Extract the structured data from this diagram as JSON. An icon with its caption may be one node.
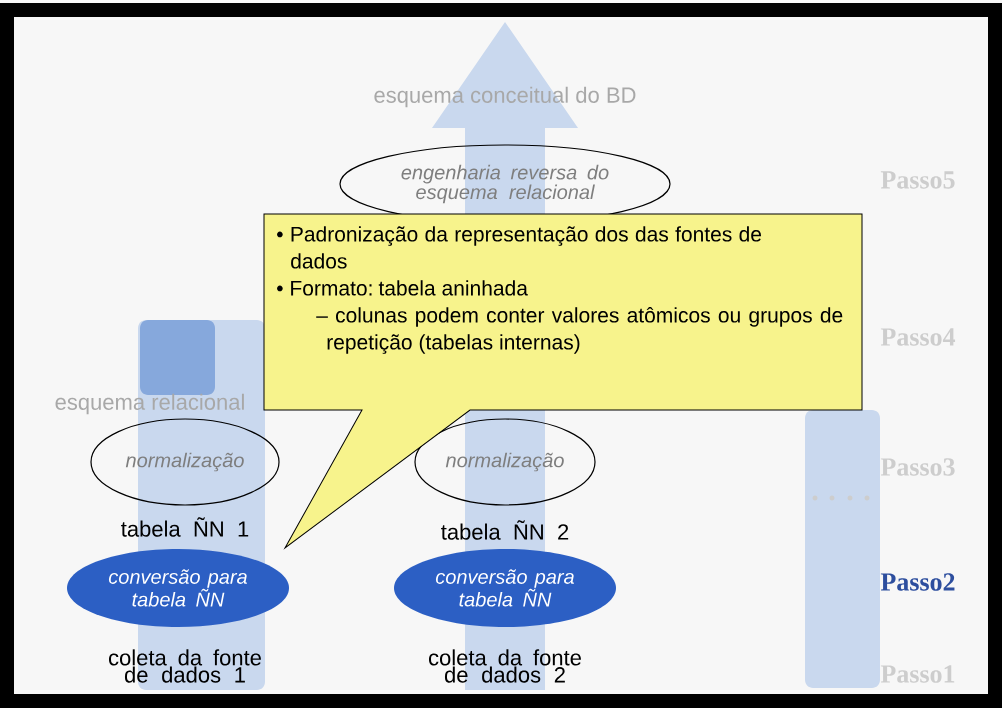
{
  "diagram": {
    "nodes": [
      {
        "text": [
          "esquema conceitual do BD"
        ]
      },
      {
        "text": [
          "engenharia reversa do esquema relacional"
        ]
      },
      {
        "text": [
          "esquema relacional"
        ]
      },
      {
        "text": [
          "normalização"
        ]
      },
      {
        "text": [
          "normalização"
        ]
      },
      {
        "text": [
          "tabela ÑN 1"
        ]
      },
      {
        "text": [
          "conversão para tabela ÑN"
        ]
      },
      {
        "text": [
          "coleta da fonte de dados 1"
        ]
      },
      {
        "text": [
          "tabela ÑN 2"
        ]
      },
      {
        "text": [
          "conversão para tabela ÑN"
        ]
      },
      {
        "text": [
          "coleta da fonte de dados 2"
        ]
      },
      {
        "text": [
          "• Padronização da representação dos das fontes de dados",
          "• Formato: tabela aninhada",
          "– colunas podem conter valores atômicos ou grupos de repetição (tabelas internas)"
        ]
      }
    ],
    "labels": [
      "Passo5",
      "Passo4",
      "Passo3",
      "Passo2",
      "Passo1"
    ]
  }
}
